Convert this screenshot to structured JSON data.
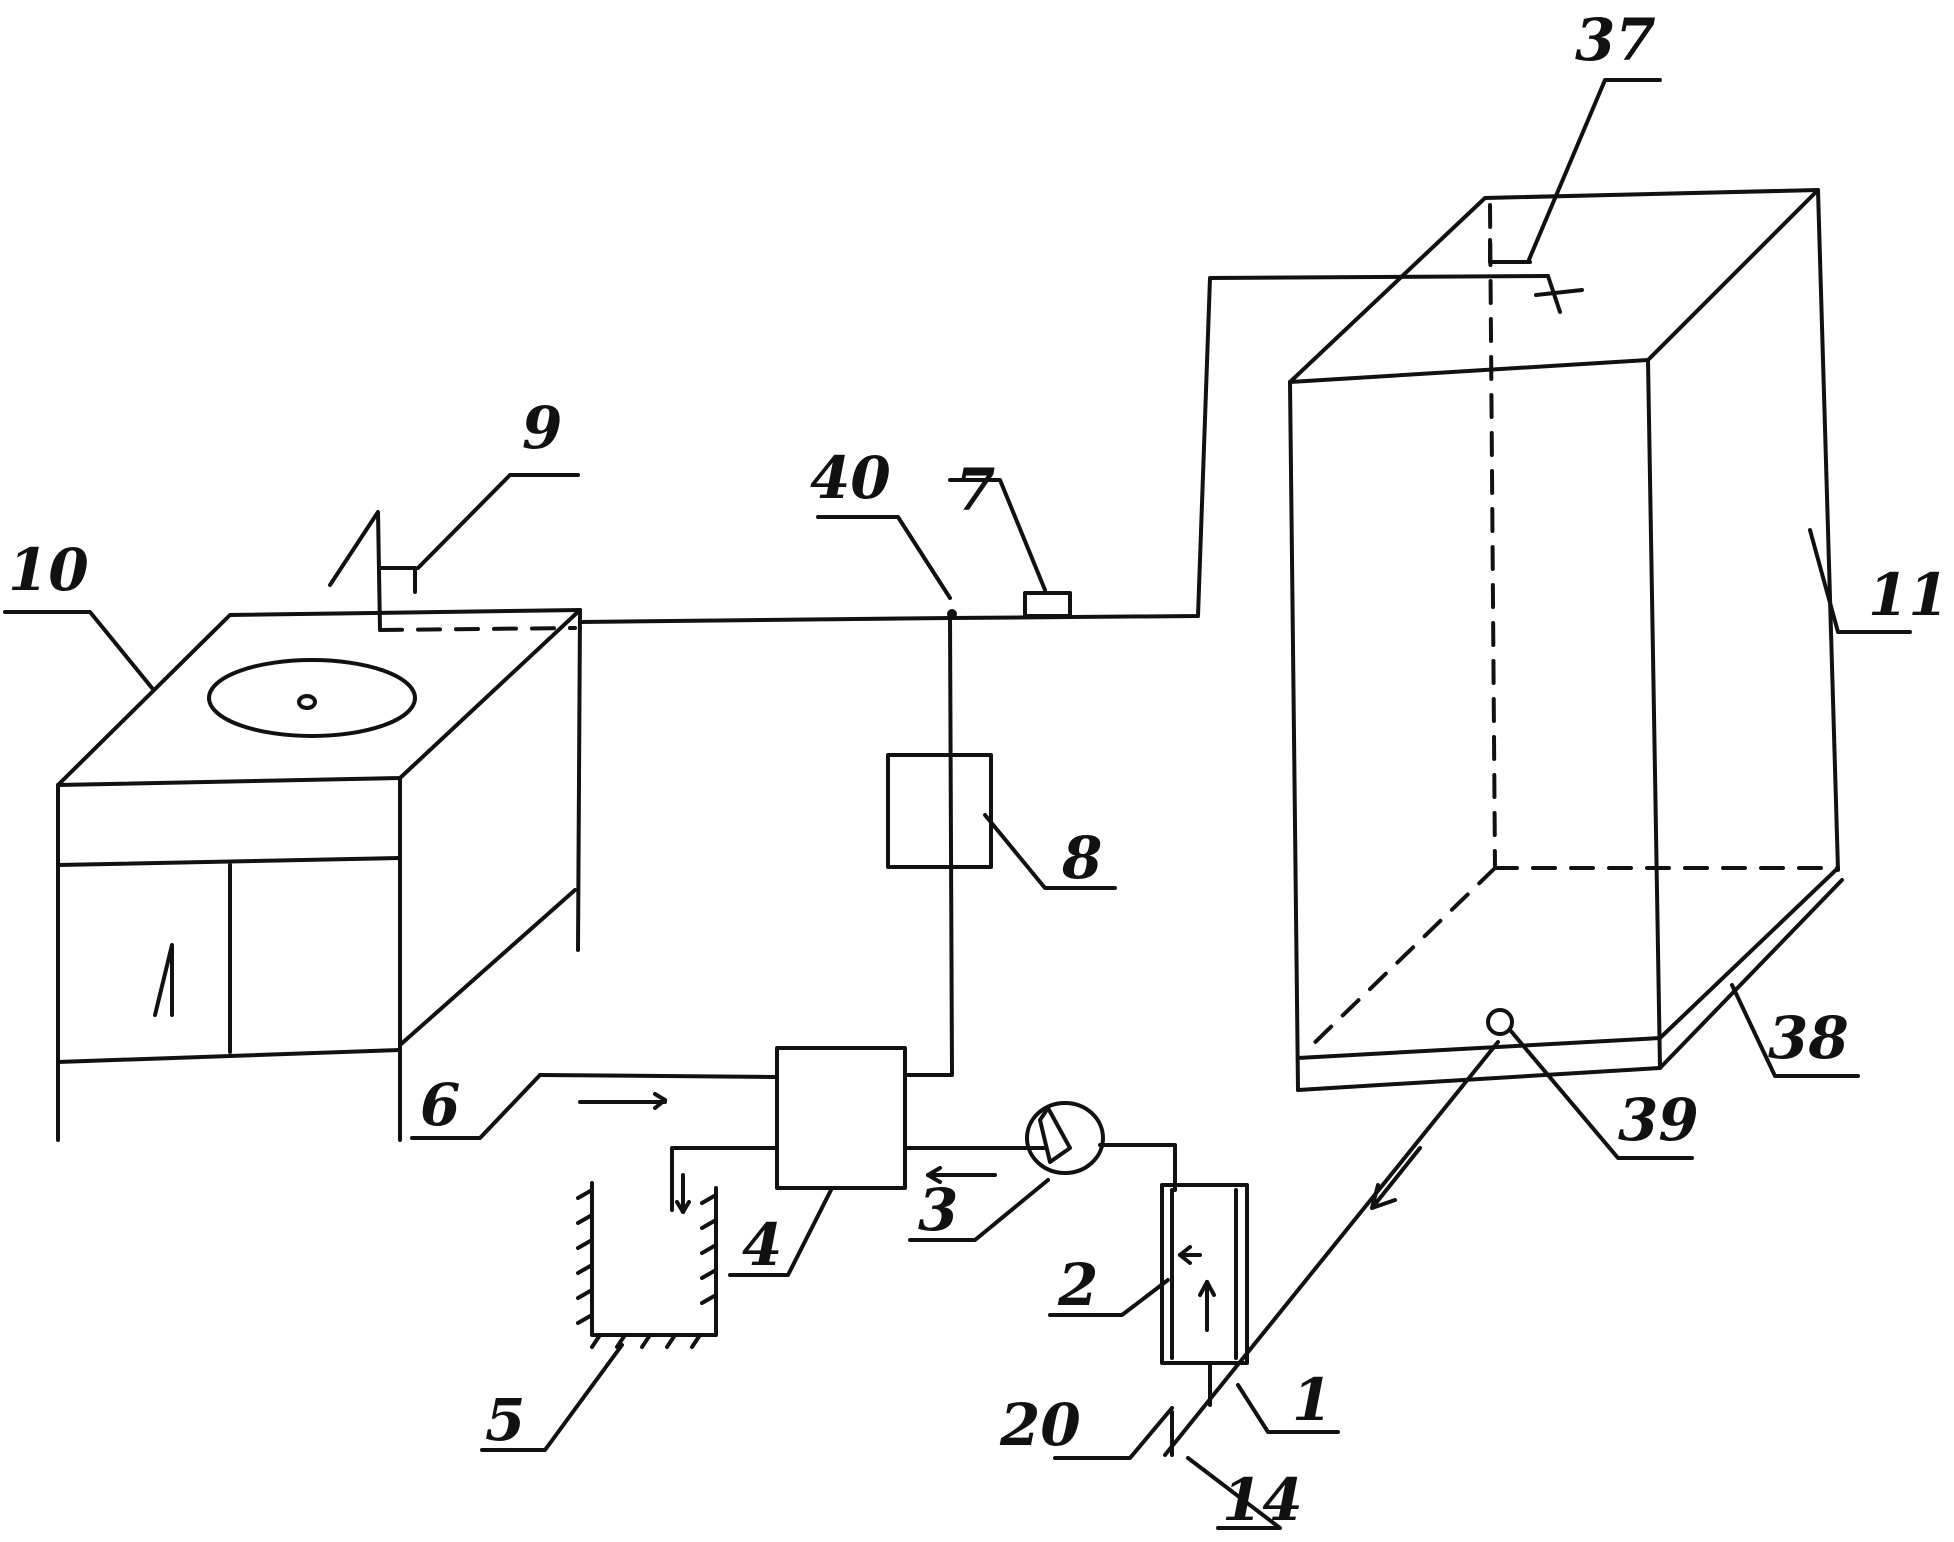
{
  "labels": {
    "l1": "1",
    "l2": "2",
    "l3": "3",
    "l4": "4",
    "l5": "5",
    "l6": "6",
    "l7": "7",
    "l8": "8",
    "l9": "9",
    "l10": "10",
    "l11": "11",
    "l14": "14",
    "l20": "20",
    "l37": "37",
    "l38": "38",
    "l39": "39",
    "l40": "40"
  },
  "colors": {
    "ink": "#111111",
    "paper": "#ffffff"
  }
}
